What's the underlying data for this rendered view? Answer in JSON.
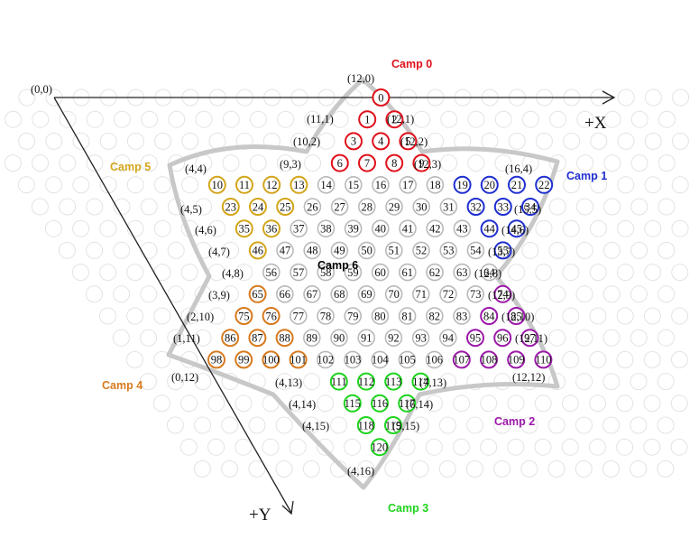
{
  "axes": {
    "origin_label": "(0,0)",
    "x_label": "+X",
    "y_label": "+Y"
  },
  "camps": [
    {
      "label": "Camp 0",
      "color": "#e0101a"
    },
    {
      "label": "Camp 1",
      "color": "#1f2fd0"
    },
    {
      "label": "Camp 2",
      "color": "#9b19a8"
    },
    {
      "label": "Camp 3",
      "color": "#1ed41e"
    },
    {
      "label": "Camp 4",
      "color": "#d77a1e"
    },
    {
      "label": "Camp 5",
      "color": "#d4a51a"
    },
    {
      "label": "Camp 6",
      "color": "#000000"
    }
  ],
  "coordinate_labels": [
    "(12,0)",
    "(11,1)",
    "(12,1)",
    "(10,2)",
    "(12,2)",
    "(9,3)",
    "(12,3)",
    "(4,4)",
    "(16,4)",
    "(4,5)",
    "(15,5)",
    "(4,6)",
    "(14,6)",
    "(4,7)",
    "(13,7)",
    "(4,8)",
    "(12,8)",
    "(3,9)",
    "(12,9)",
    "(2,10)",
    "(12,10)",
    "(1,11)",
    "(12,11)",
    "(0,12)",
    "(12,12)",
    "(4,13)",
    "(7,13)",
    "(4,14)",
    "(6,14)",
    "(4,15)",
    "(5,15)",
    "(4,16)"
  ],
  "holes": [
    {
      "n": "0",
      "camp": 0
    },
    {
      "n": "1",
      "camp": 0
    },
    {
      "n": "2",
      "camp": 0
    },
    {
      "n": "3",
      "camp": 0
    },
    {
      "n": "4",
      "camp": 0
    },
    {
      "n": "5",
      "camp": 0
    },
    {
      "n": "6",
      "camp": 0
    },
    {
      "n": "7",
      "camp": 0
    },
    {
      "n": "8",
      "camp": 0
    },
    {
      "n": "9",
      "camp": 0
    },
    {
      "n": "10",
      "camp": 5
    },
    {
      "n": "11",
      "camp": 5
    },
    {
      "n": "12",
      "camp": 5
    },
    {
      "n": "13",
      "camp": 5
    },
    {
      "n": "14",
      "camp": 6
    },
    {
      "n": "15",
      "camp": 6
    },
    {
      "n": "16",
      "camp": 6
    },
    {
      "n": "17",
      "camp": 6
    },
    {
      "n": "18",
      "camp": 6
    },
    {
      "n": "19",
      "camp": 1
    },
    {
      "n": "20",
      "camp": 1
    },
    {
      "n": "21",
      "camp": 1
    },
    {
      "n": "22",
      "camp": 1
    },
    {
      "n": "23",
      "camp": 5
    },
    {
      "n": "24",
      "camp": 5
    },
    {
      "n": "25",
      "camp": 5
    },
    {
      "n": "26",
      "camp": 6
    },
    {
      "n": "27",
      "camp": 6
    },
    {
      "n": "28",
      "camp": 6
    },
    {
      "n": "29",
      "camp": 6
    },
    {
      "n": "30",
      "camp": 6
    },
    {
      "n": "31",
      "camp": 6
    },
    {
      "n": "32",
      "camp": 1
    },
    {
      "n": "33",
      "camp": 1
    },
    {
      "n": "34",
      "camp": 1
    },
    {
      "n": "35",
      "camp": 5
    },
    {
      "n": "36",
      "camp": 5
    },
    {
      "n": "37",
      "camp": 6
    },
    {
      "n": "38",
      "camp": 6
    },
    {
      "n": "39",
      "camp": 6
    },
    {
      "n": "40",
      "camp": 6
    },
    {
      "n": "41",
      "camp": 6
    },
    {
      "n": "42",
      "camp": 6
    },
    {
      "n": "43",
      "camp": 6
    },
    {
      "n": "44",
      "camp": 1
    },
    {
      "n": "45",
      "camp": 1
    },
    {
      "n": "46",
      "camp": 5
    },
    {
      "n": "47",
      "camp": 6
    },
    {
      "n": "48",
      "camp": 6
    },
    {
      "n": "49",
      "camp": 6
    },
    {
      "n": "50",
      "camp": 6
    },
    {
      "n": "51",
      "camp": 6
    },
    {
      "n": "52",
      "camp": 6
    },
    {
      "n": "53",
      "camp": 6
    },
    {
      "n": "54",
      "camp": 6
    },
    {
      "n": "55",
      "camp": 1
    },
    {
      "n": "56",
      "camp": 6
    },
    {
      "n": "57",
      "camp": 6
    },
    {
      "n": "58",
      "camp": 6
    },
    {
      "n": "59",
      "camp": 6
    },
    {
      "n": "60",
      "camp": 6
    },
    {
      "n": "61",
      "camp": 6
    },
    {
      "n": "62",
      "camp": 6
    },
    {
      "n": "63",
      "camp": 6
    },
    {
      "n": "64",
      "camp": 6
    },
    {
      "n": "65",
      "camp": 4
    },
    {
      "n": "66",
      "camp": 6
    },
    {
      "n": "67",
      "camp": 6
    },
    {
      "n": "68",
      "camp": 6
    },
    {
      "n": "69",
      "camp": 6
    },
    {
      "n": "70",
      "camp": 6
    },
    {
      "n": "71",
      "camp": 6
    },
    {
      "n": "72",
      "camp": 6
    },
    {
      "n": "73",
      "camp": 6
    },
    {
      "n": "74",
      "camp": 2
    },
    {
      "n": "75",
      "camp": 4
    },
    {
      "n": "76",
      "camp": 4
    },
    {
      "n": "77",
      "camp": 6
    },
    {
      "n": "78",
      "camp": 6
    },
    {
      "n": "79",
      "camp": 6
    },
    {
      "n": "80",
      "camp": 6
    },
    {
      "n": "81",
      "camp": 6
    },
    {
      "n": "82",
      "camp": 6
    },
    {
      "n": "83",
      "camp": 6
    },
    {
      "n": "84",
      "camp": 2
    },
    {
      "n": "85",
      "camp": 2
    },
    {
      "n": "86",
      "camp": 4
    },
    {
      "n": "87",
      "camp": 4
    },
    {
      "n": "88",
      "camp": 4
    },
    {
      "n": "89",
      "camp": 6
    },
    {
      "n": "90",
      "camp": 6
    },
    {
      "n": "91",
      "camp": 6
    },
    {
      "n": "92",
      "camp": 6
    },
    {
      "n": "93",
      "camp": 6
    },
    {
      "n": "94",
      "camp": 6
    },
    {
      "n": "95",
      "camp": 2
    },
    {
      "n": "96",
      "camp": 2
    },
    {
      "n": "97",
      "camp": 2
    },
    {
      "n": "98",
      "camp": 4
    },
    {
      "n": "99",
      "camp": 4
    },
    {
      "n": "100",
      "camp": 4
    },
    {
      "n": "101",
      "camp": 4
    },
    {
      "n": "102",
      "camp": 6
    },
    {
      "n": "103",
      "camp": 6
    },
    {
      "n": "104",
      "camp": 6
    },
    {
      "n": "105",
      "camp": 6
    },
    {
      "n": "106",
      "camp": 6
    },
    {
      "n": "107",
      "camp": 2
    },
    {
      "n": "108",
      "camp": 2
    },
    {
      "n": "109",
      "camp": 2
    },
    {
      "n": "110",
      "camp": 2
    },
    {
      "n": "111",
      "camp": 3
    },
    {
      "n": "112",
      "camp": 3
    },
    {
      "n": "113",
      "camp": 3
    },
    {
      "n": "114",
      "camp": 3
    },
    {
      "n": "115",
      "camp": 3
    },
    {
      "n": "116",
      "camp": 3
    },
    {
      "n": "117",
      "camp": 3
    },
    {
      "n": "118",
      "camp": 3
    },
    {
      "n": "119",
      "camp": 3
    },
    {
      "n": "120",
      "camp": 3
    }
  ],
  "colors": {
    "background_grid": "#e3e3e3",
    "board_outline": "#c8c8c8",
    "neutral_hole": "#b9b9b9",
    "axis": "#222222"
  }
}
